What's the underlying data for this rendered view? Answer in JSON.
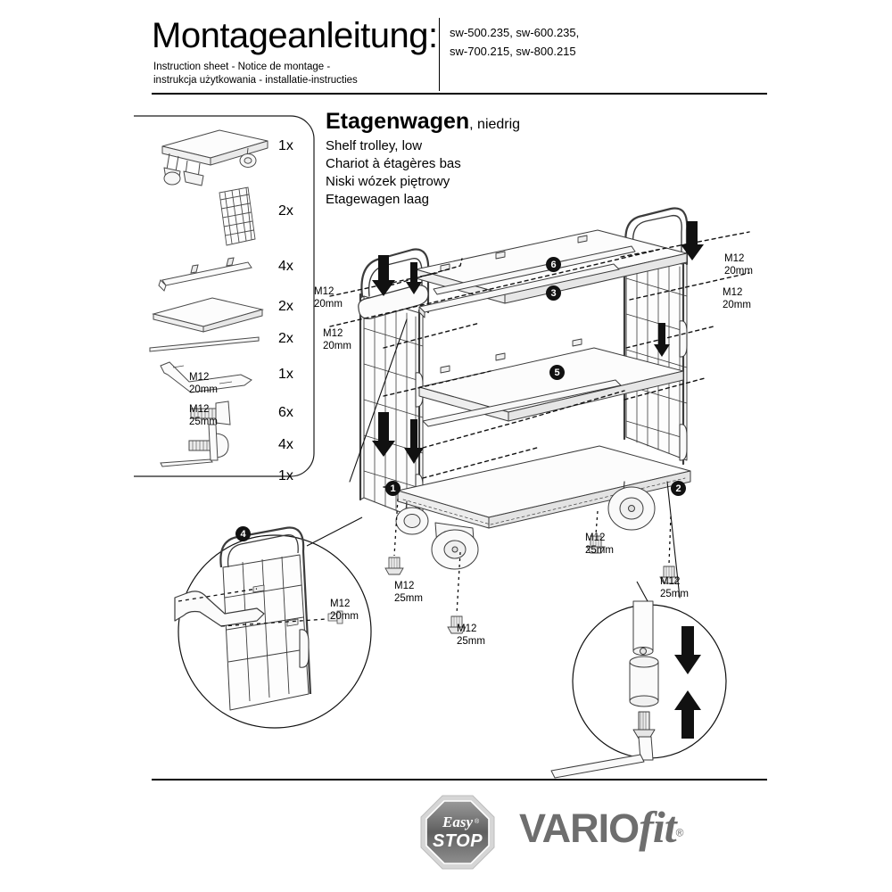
{
  "header": {
    "title": "Montageanleitung:",
    "subtitle_line1": "Instruction sheet - Notice de montage  -",
    "subtitle_line2": "instrukcja użytkowania - installatie-instructies",
    "codes_line1": "sw-500.235, sw-600.235,",
    "codes_line2": "sw-700.215, sw-800.215"
  },
  "product": {
    "name_de": "Etagenwagen",
    "variant_de": ", niedrig",
    "name_en": "Shelf trolley, low",
    "name_fr": "Chariot à étagères bas",
    "name_pl": "Niski wózek piętrowy",
    "name_nl": "Etagewagen laag"
  },
  "parts_list": [
    {
      "part": "platform-base-with-casters",
      "qty": "1x",
      "size": ""
    },
    {
      "part": "mesh-side-panel",
      "qty": "2x",
      "size": ""
    },
    {
      "part": "shelf-support-rail",
      "qty": "4x",
      "size": ""
    },
    {
      "part": "shelf-board",
      "qty": "2x",
      "size": ""
    },
    {
      "part": "cross-brace-rod",
      "qty": "2x",
      "size": ""
    },
    {
      "part": "push-handle-bracket",
      "qty": "1x",
      "size": ""
    },
    {
      "part": "hex-head-bolt",
      "qty": "6x",
      "size": "M12\n20mm",
      "size_l1": "M12",
      "size_l2": "20mm"
    },
    {
      "part": "dome-head-bolt",
      "qty": "4x",
      "size": "M12\n25mm",
      "size_l1": "M12",
      "size_l2": "25mm"
    },
    {
      "part": "allen-key",
      "qty": "1x",
      "size": ""
    }
  ],
  "assembly_labels": {
    "m12_20_left_upper_l1": "M12",
    "m12_20_left_upper_l2": "20mm",
    "m12_20_left_lower_l1": "M12",
    "m12_20_left_lower_l2": "20mm",
    "m12_20_right_upper_l1": "M12",
    "m12_20_right_upper_l2": "20mm",
    "m12_20_right_lower_l1": "M12",
    "m12_20_right_lower_l2": "20mm",
    "m12_25_a_l1": "M12",
    "m12_25_a_l2": "25mm",
    "m12_25_b_l1": "M12",
    "m12_25_b_l2": "25mm",
    "m12_25_c_l1": "M12",
    "m12_25_c_l2": "25mm",
    "m12_25_d_l1": "M12",
    "m12_25_d_l2": "25mm",
    "detail4_m12_l1": "M12",
    "detail4_m12_l2": "20mm"
  },
  "callouts": {
    "one": "1",
    "two": "2",
    "three": "3",
    "four": "4",
    "five": "5",
    "six": "6"
  },
  "footer": {
    "easystop_line1": "Easy",
    "easystop_line2": "STOP",
    "easystop_reg": "®",
    "brand_a": "VARIO",
    "brand_b": "fit",
    "brand_reg": "®"
  },
  "colors": {
    "ink": "#000000",
    "line": "#3a3a3a",
    "fill_light": "#fbfbfb",
    "fill_shade": "#efefef",
    "logo_grey": "#6e6e6e"
  }
}
